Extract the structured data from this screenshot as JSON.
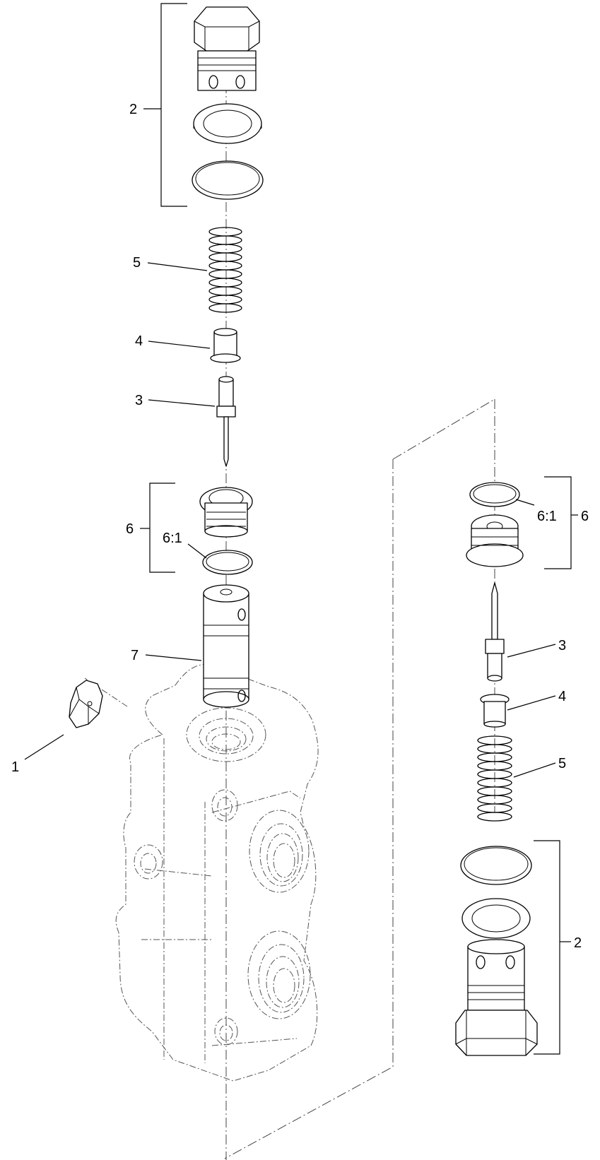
{
  "callouts": [
    {
      "id": "c-left-2",
      "text": "2"
    },
    {
      "id": "c-left-5",
      "text": "5"
    },
    {
      "id": "c-left-4",
      "text": "4"
    },
    {
      "id": "c-left-3",
      "text": "3"
    },
    {
      "id": "c-left-6",
      "text": "6"
    },
    {
      "id": "c-left-61",
      "text": "6:1"
    },
    {
      "id": "c-left-7",
      "text": "7"
    },
    {
      "id": "c-left-1",
      "text": "1"
    },
    {
      "id": "c-right-61",
      "text": "6:1"
    },
    {
      "id": "c-right-6",
      "text": "6"
    },
    {
      "id": "c-right-3",
      "text": "3"
    },
    {
      "id": "c-right-4",
      "text": "4"
    },
    {
      "id": "c-right-5",
      "text": "5"
    },
    {
      "id": "c-right-2",
      "text": "2"
    }
  ]
}
